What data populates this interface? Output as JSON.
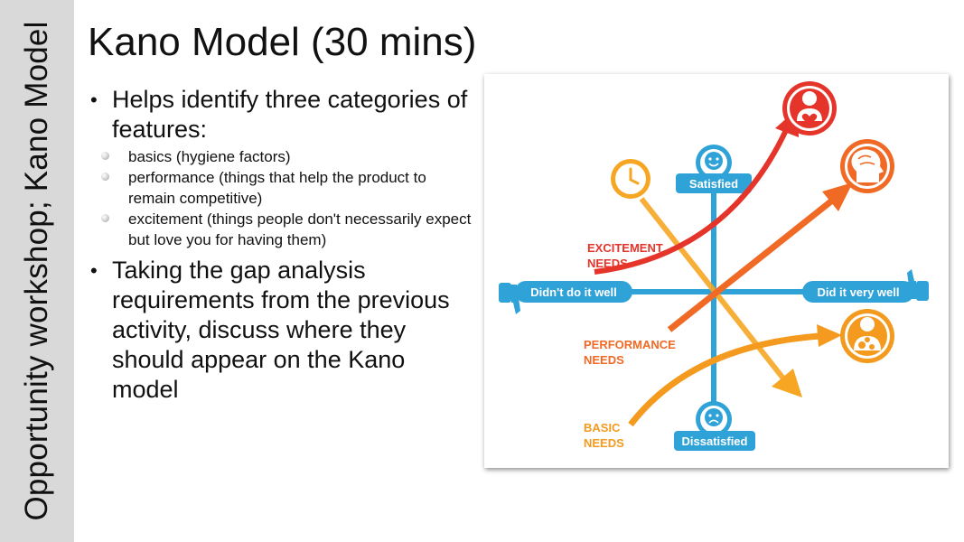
{
  "sidebar": {
    "text": "Opportunity workshop; Kano Model"
  },
  "slide": {
    "title": "Kano Model (30 mins)",
    "bullets": [
      {
        "text": "Helps identify three categories of features:",
        "sub": [
          "basics (hygiene factors)",
          "performance (things that help the product to remain competitive)",
          "excitement (things people don't necessarily expect but love you for having them)"
        ]
      },
      {
        "text": "Taking the gap analysis requirements from the previous activity, discuss where they should appear on the Kano model"
      }
    ]
  },
  "diagram": {
    "labels": {
      "satisfied": "Satisfied",
      "dissatisfied": "Dissatisfied",
      "didnt_do_well": "Didn't do it well",
      "did_very_well": "Did it very well",
      "excitement_1": "EXCITEMENT",
      "excitement_2": "NEEDS",
      "performance_1": "PERFORMANCE",
      "performance_2": "NEEDS",
      "basic_1": "BASIC",
      "basic_2": "NEEDS"
    },
    "colors": {
      "axis": "#2fa2d8",
      "excitement": "#e5352b",
      "performance": "#f06a25",
      "basic": "#f39a1f"
    },
    "icons": [
      "clock-icon",
      "smiley-icon",
      "sad-face-icon",
      "thumbs-up-icon",
      "thumbs-down-icon",
      "heart-person-icon",
      "brain-head-icon",
      "gears-person-icon"
    ]
  }
}
